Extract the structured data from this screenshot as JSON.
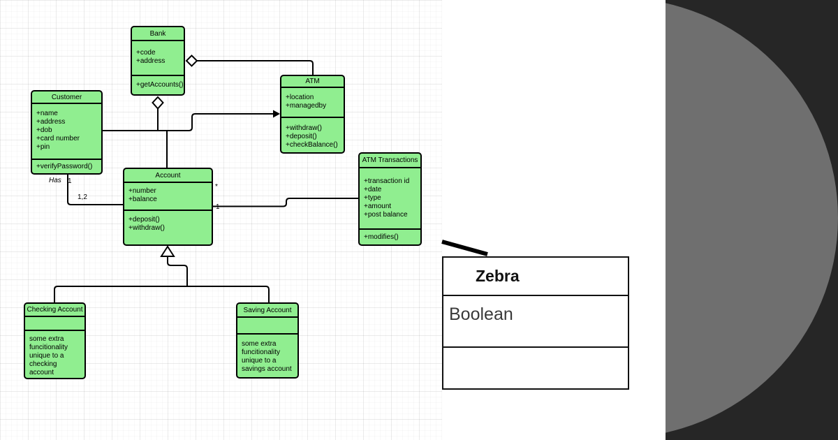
{
  "diagram": {
    "classes": [
      {
        "title": "Bank",
        "attributes": [
          "+code",
          "+address"
        ],
        "methods": [
          "+getAccounts()"
        ]
      },
      {
        "title": "Customer",
        "attributes": [
          "+name",
          "+address",
          "+dob",
          "+card number",
          "+pin"
        ],
        "methods": [
          "+verifyPassword()"
        ]
      },
      {
        "title": "ATM",
        "attributes": [
          "+location",
          "+managedby"
        ],
        "methods": [
          "+withdraw()",
          "+deposit()",
          "+checkBalance()"
        ]
      },
      {
        "title": "ATM Transactions",
        "attributes": [
          "+transaction id",
          "+date",
          "+type",
          "+amount",
          "+post balance"
        ],
        "methods": [
          "+modifies()"
        ]
      },
      {
        "title": "Account",
        "attributes": [
          "+number",
          "+balance"
        ],
        "methods": [
          "+deposit()",
          "+withdraw()"
        ]
      },
      {
        "title": "Checking Account",
        "attributes": [],
        "note": [
          "some extra",
          "funcitionality",
          "unique to a",
          "checking",
          "account"
        ]
      },
      {
        "title": "Saving Account",
        "attributes": [],
        "note": [
          "some extra",
          "funcitionality",
          "unique to a",
          "savings account"
        ]
      }
    ],
    "edge_labels": {
      "has": "Has",
      "customer_end": "1",
      "account_end": "1,2",
      "transactions_star": "*",
      "transactions_one": "1"
    },
    "colors": {
      "class_fill": "#90ee90",
      "class_border": "#000000",
      "grid_line": "#e8e8e8"
    }
  },
  "side_panel": {
    "class_title": "Zebra",
    "attribute": "Boolean"
  },
  "right_panel": {
    "background": "#262626",
    "circle": "#6f6f6f"
  }
}
